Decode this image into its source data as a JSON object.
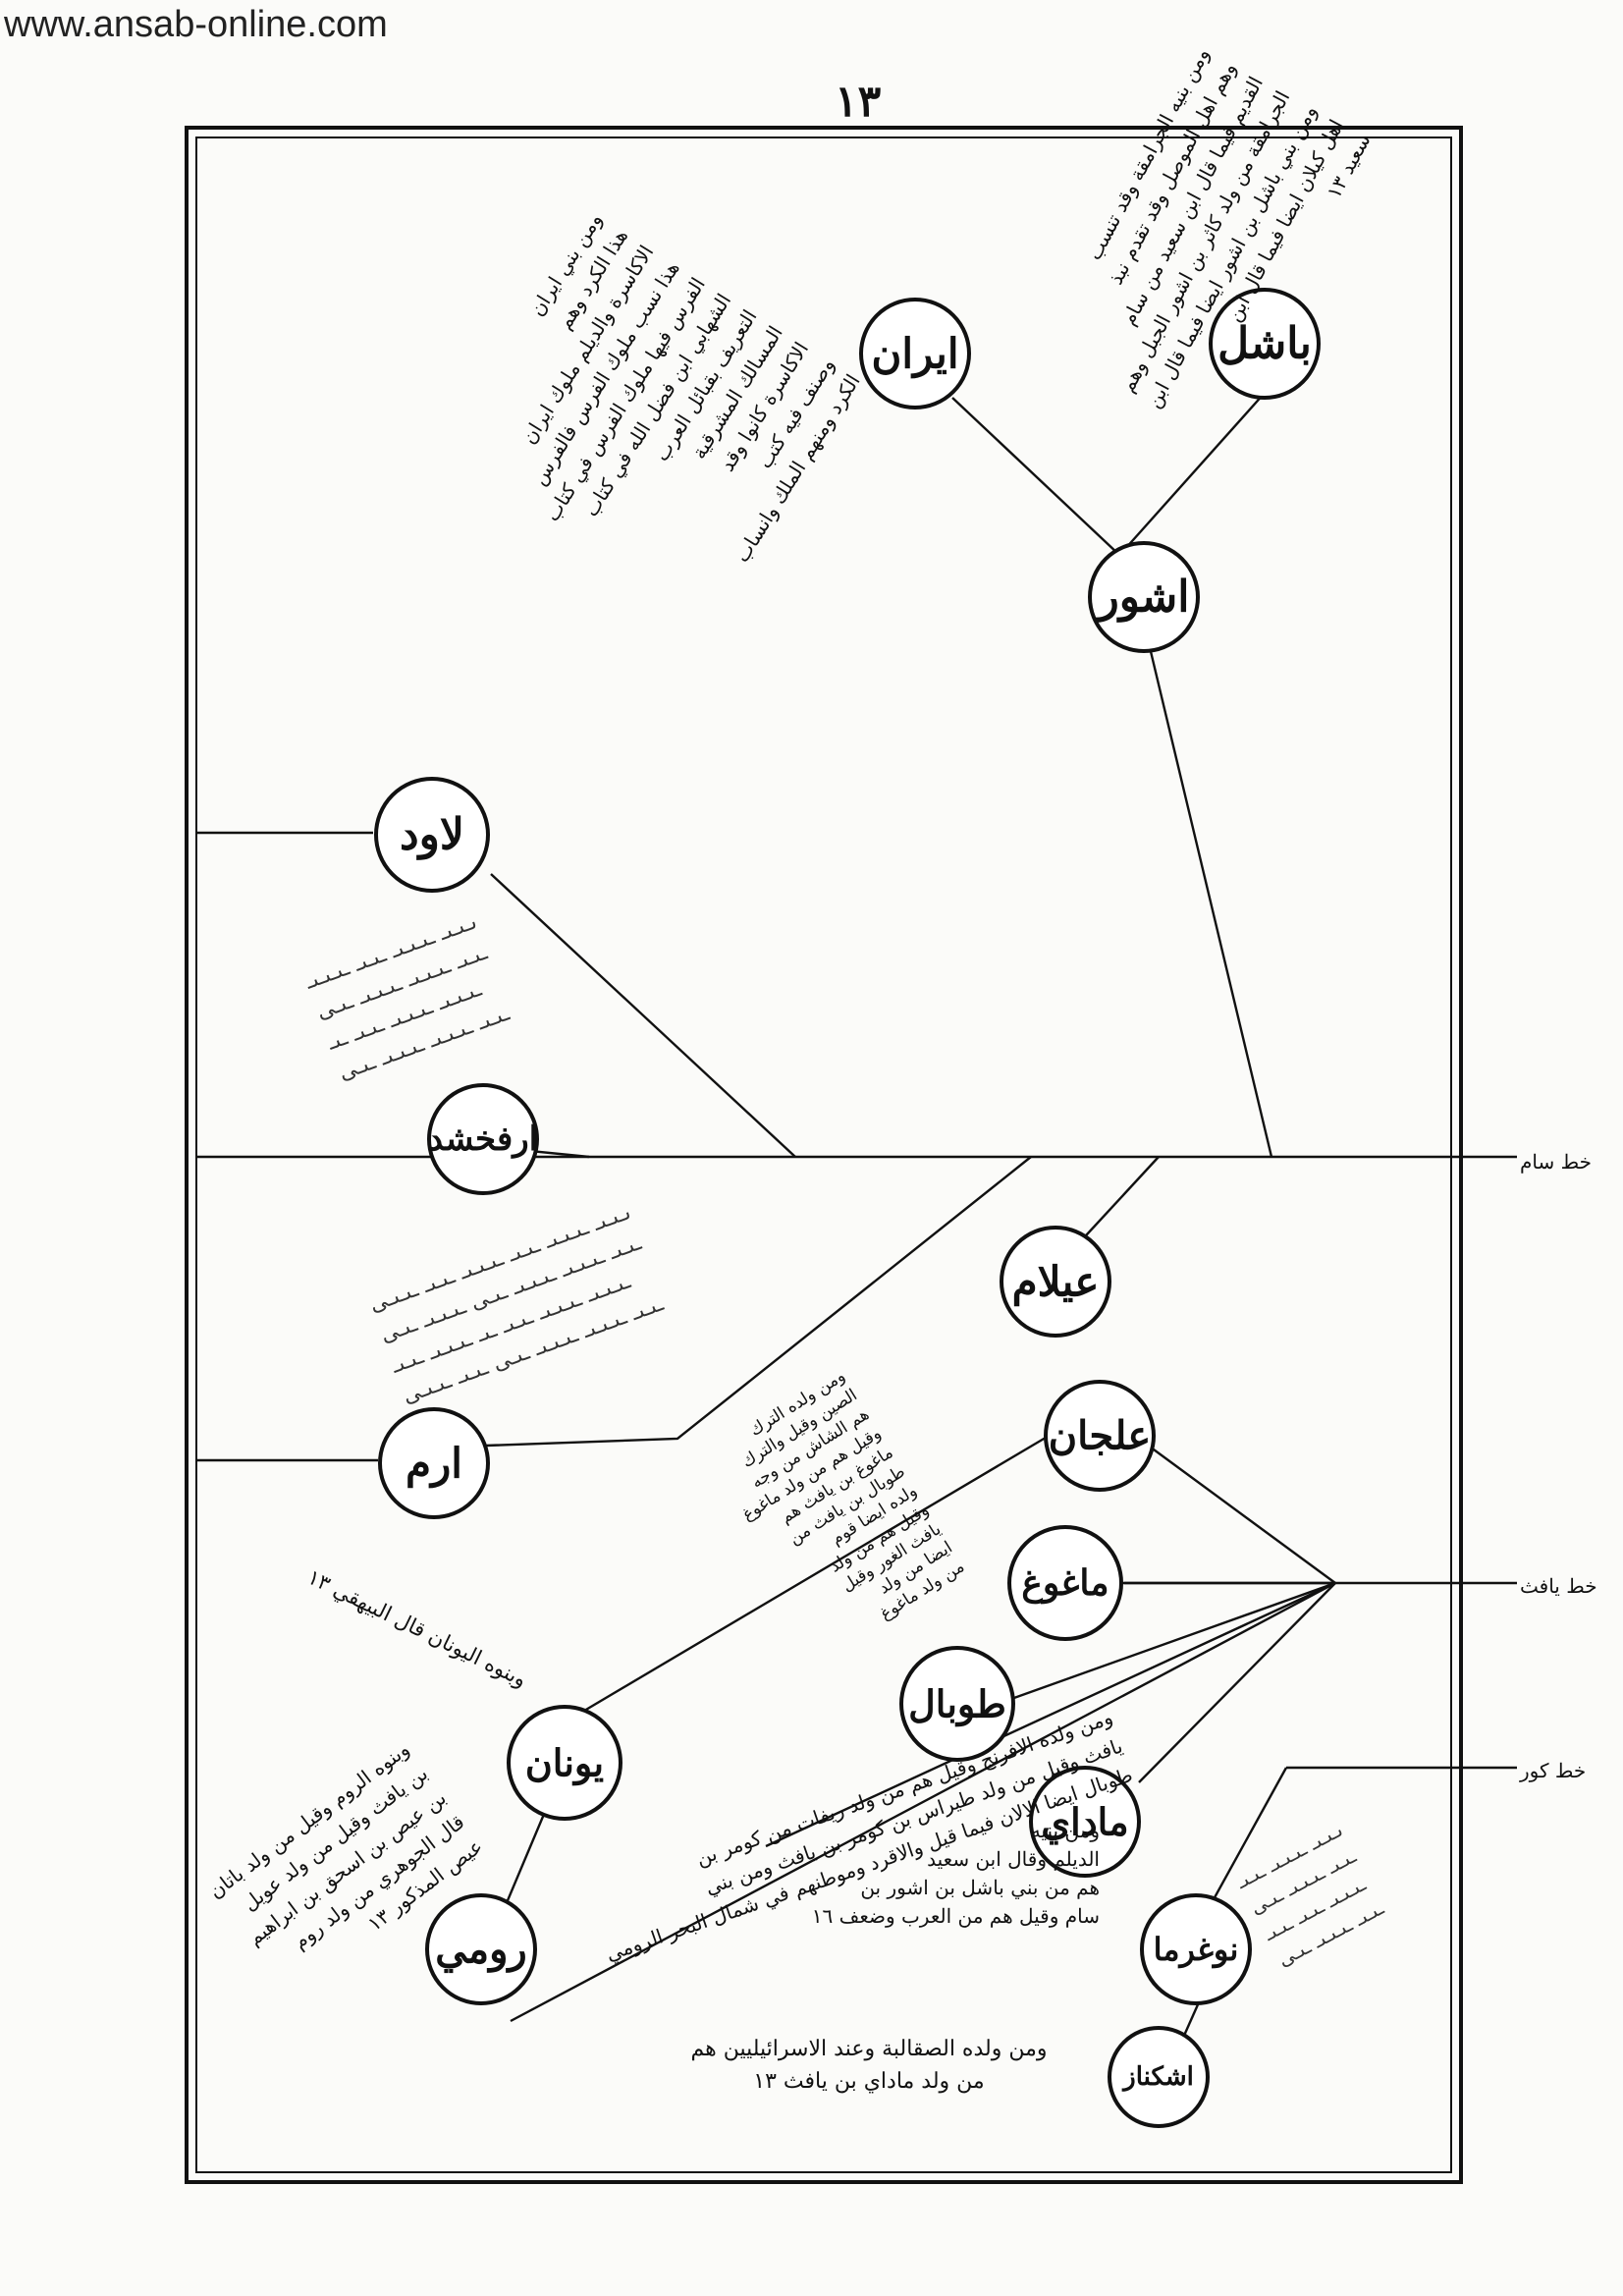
{
  "header": {
    "watermark": "www.ansab-online.com",
    "page_number": "١٣"
  },
  "axes": {
    "sam": "خط سام",
    "yafith": "خط يافث",
    "kur": "خط كور"
  },
  "nodes": {
    "bashal": "باشل",
    "iran": "ايران",
    "ashur": "اشور",
    "lawud": "لاود",
    "arfakhshad": "ارفخشد",
    "ilam": "عيلام",
    "aram": "ارم",
    "aljan": "علجان",
    "maghugh": "ماغوغ",
    "tubal": "طوبال",
    "yunan": "يونان",
    "madai": "ماداي",
    "rumi": "رومي",
    "nughurma": "نوغرما",
    "ashkanaz": "اشكناز"
  },
  "notes": {
    "bashal": "ومن بنيه الجرامقة وقد تنسب\nوهم اهل الموصل وقد تقدم نبذ\nالقديم فيما قال ابن سعيد من سام\nالجرامقة من ولد كاثر بن اشور الجبل وهم\nومن بني باشل بن اشور ايضا فيما قال ابن\nاهل كيلان ايضا فيما قال ابن\nسعيد ١٣",
    "iran": "ومن بني ايران\nهذا الكرد وهم\nالاكاسرة والديلم ملوك ايران\nهذا نسب ملوك الفرس فالفرس\nالفرس فيها ملوك الفرس في كتاب\nالشهابي ابن فضل الله في كتاب\nالتعريف بقبائل العرب\nالمسالك المشرقية\nالاكاسرة كانوا وقد\nوصنف فيه كتب\nالكرد ومنهم الملك وانساب",
    "yunan": "ومن ولده الافرنج وقيل هم من ولد ريفات من كومر بن\nيافث وقيل من ولد طيراس بن كومر بن يافث ومن بني\nطوبال ايضا الالان فيما قيل والاقرد وموطنهم في شمال البحر الرومي",
    "yunan_top": "وبنوه اليونان قال البيهقي ١٣",
    "madai": "ومن بنيه\nالديلم وقال ابن سعيد\nهم من بني باشل بن اشور بن\nسام وقيل هم من العرب وضعف ١٦",
    "rumi": "وبنوه الروم وقيل من ولد باتان\nبن يافث وقيل من ولد عويل\nبن عيص بن اسحق بن ابراهيم\nقال الجوهري من ولد روم\nعيص المذكور ١٣",
    "aljan": "ومن ولده الترك\nالصين وقيل والترك\nهم الشاش من وجه\nوقيل هم من ولد ماغوغ\nماغوغ بن يافث هم\nطوبال بن يافث من\nولده ايضا قوم\nوقيل هم من ولد\nيافث الغور وقيل\nايضا من ولد\nمن ولد ماغوغ",
    "bottom": "ومن ولده الصقالبة وعند الاسرائيليين هم\nمن ولد ماداي بن يافث ١٣"
  }
}
